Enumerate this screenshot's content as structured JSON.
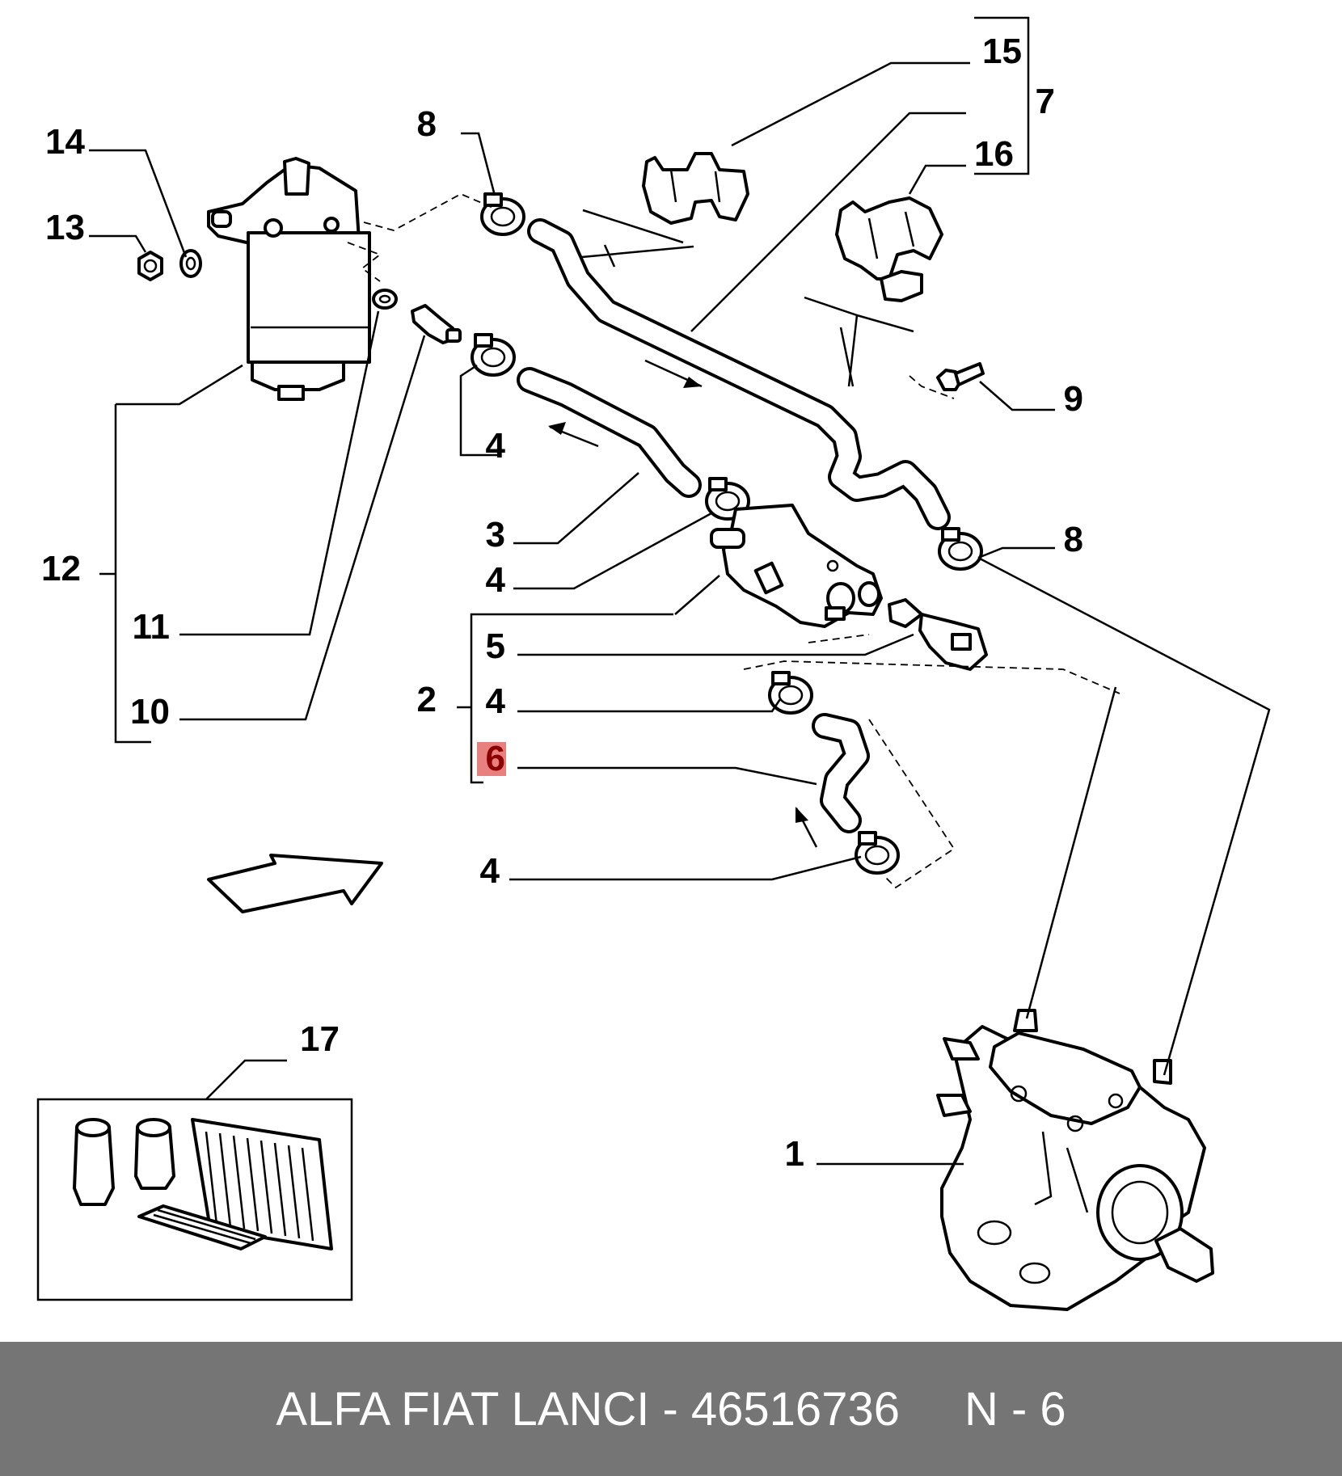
{
  "diagram": {
    "callouts": {
      "c15": "15",
      "c7": "7",
      "c16": "16",
      "c8a": "8",
      "c14": "14",
      "c13": "13",
      "c8b": "8",
      "c9": "9",
      "c4a": "4",
      "c3": "3",
      "c4b": "4",
      "c12": "12",
      "c11": "11",
      "c5": "5",
      "c2": "2",
      "c4c": "4",
      "c6": "6",
      "c10": "10",
      "c4d": "4",
      "c17": "17",
      "c1": "1"
    },
    "highlight": {
      "part": "6",
      "color": "#e88080",
      "text_color": "#8b0000"
    }
  },
  "footer": {
    "brand_text": "ALFA FIAT LANCI - 46516736",
    "ref_text": "N - 6",
    "background": "#757575"
  }
}
